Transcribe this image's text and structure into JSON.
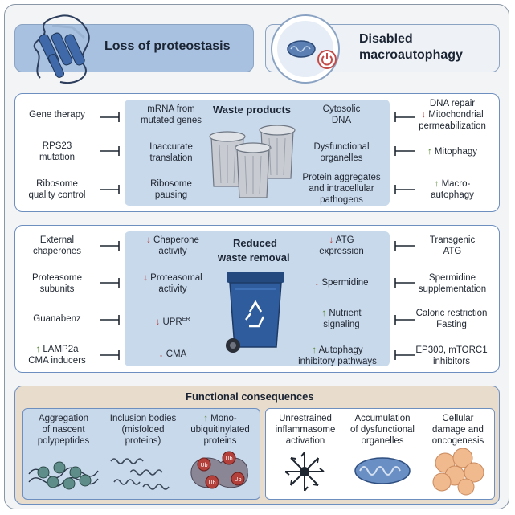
{
  "headers": {
    "left": "Loss of proteostasis",
    "right_line1": "Disabled",
    "right_line2": "macroautophagy"
  },
  "waste_products": {
    "title": "Waste products",
    "left_interventions": [
      {
        "l1": "Gene therapy",
        "l2": ""
      },
      {
        "l1": "RPS23",
        "l2": "mutation"
      },
      {
        "l1": "Ribosome",
        "l2": "quality control"
      }
    ],
    "inner_left": [
      {
        "l1": "mRNA from",
        "l2": "mutated genes"
      },
      {
        "l1": "Inaccurate",
        "l2": "translation"
      },
      {
        "l1": "Ribosome",
        "l2": "pausing"
      }
    ],
    "inner_right": [
      {
        "l1": "Cytosolic",
        "l2": "DNA"
      },
      {
        "l1": "Dysfunctional",
        "l2": "organelles"
      },
      {
        "l1": "Protein aggregates",
        "l2": "and intracellular",
        "l3": "pathogens"
      }
    ],
    "right_interventions": [
      {
        "l1": "DNA repair",
        "l2a": "↓",
        "l2": " Mitochondrial",
        "l3": "permeabilization"
      },
      {
        "arrow": "↑",
        "l1": " Mitophagy"
      },
      {
        "arrow": "↑",
        "l1": " Macro-",
        "l2": "autophagy"
      }
    ]
  },
  "reduced_removal": {
    "title_l1": "Reduced",
    "title_l2": "waste removal",
    "left_interventions": [
      {
        "l1": "External",
        "l2": "chaperones"
      },
      {
        "l1": "Proteasome",
        "l2": "subunits"
      },
      {
        "l1": "Guanabenz",
        "l2": ""
      },
      {
        "arrow": "↑",
        "l1": " LAMP2a",
        "l2": "CMA inducers"
      }
    ],
    "inner_left": [
      {
        "arrow": "↓",
        "l1": " Chaperone",
        "l2": "activity"
      },
      {
        "arrow": "↓",
        "l1": " Proteasomal",
        "l2": "activity"
      },
      {
        "arrow": "↓",
        "l1": " UPR",
        "sup": "ER"
      },
      {
        "arrow": "↓",
        "l1": " CMA"
      }
    ],
    "inner_right": [
      {
        "arrow": "↓",
        "l1": " ATG",
        "l2": "expression"
      },
      {
        "arrow": "↓",
        "l1": " Spermidine"
      },
      {
        "arrow": "↑",
        "l1": " Nutrient",
        "l2": "signaling"
      },
      {
        "arrow": "↑",
        "l1": " Autophagy",
        "l2": "inhibitory pathways"
      }
    ],
    "right_interventions": [
      {
        "l1": "Transgenic",
        "l2": "ATG"
      },
      {
        "l1": "Spermidine",
        "l2": "supplementation"
      },
      {
        "l1": "Caloric restriction",
        "l2": "Fasting"
      },
      {
        "l1": "EP300, mTORC1",
        "l2": "inhibitors"
      }
    ]
  },
  "consequences": {
    "title": "Functional consequences",
    "left_items": [
      {
        "l1": "Aggregation",
        "l2": "of nascent",
        "l3": "polypeptides"
      },
      {
        "l1": "Inclusion bodies",
        "l2": "(misfolded",
        "l3": "proteins)"
      },
      {
        "arrow": "↑",
        "l1": " Mono-",
        "l2": "ubiquitinylated",
        "l3": "proteins"
      }
    ],
    "right_items": [
      {
        "l1": "Unrestrained",
        "l2": "inflammasome",
        "l3": "activation"
      },
      {
        "l1": "Accumulation",
        "l2": "of dysfunctional",
        "l3": "organelles"
      },
      {
        "l1": "Cellular",
        "l2": "damage and",
        "l3": "oncogenesis"
      }
    ],
    "ub_label": "Ub"
  },
  "colors": {
    "panel_border": "#6d8fc0",
    "inner_fill": "#c9d9ec",
    "header_fill": "#a9c1e0",
    "down_arrow": "#b2423f",
    "up_arrow": "#5c8a3a",
    "bin_blue": "#2f5c9c"
  }
}
